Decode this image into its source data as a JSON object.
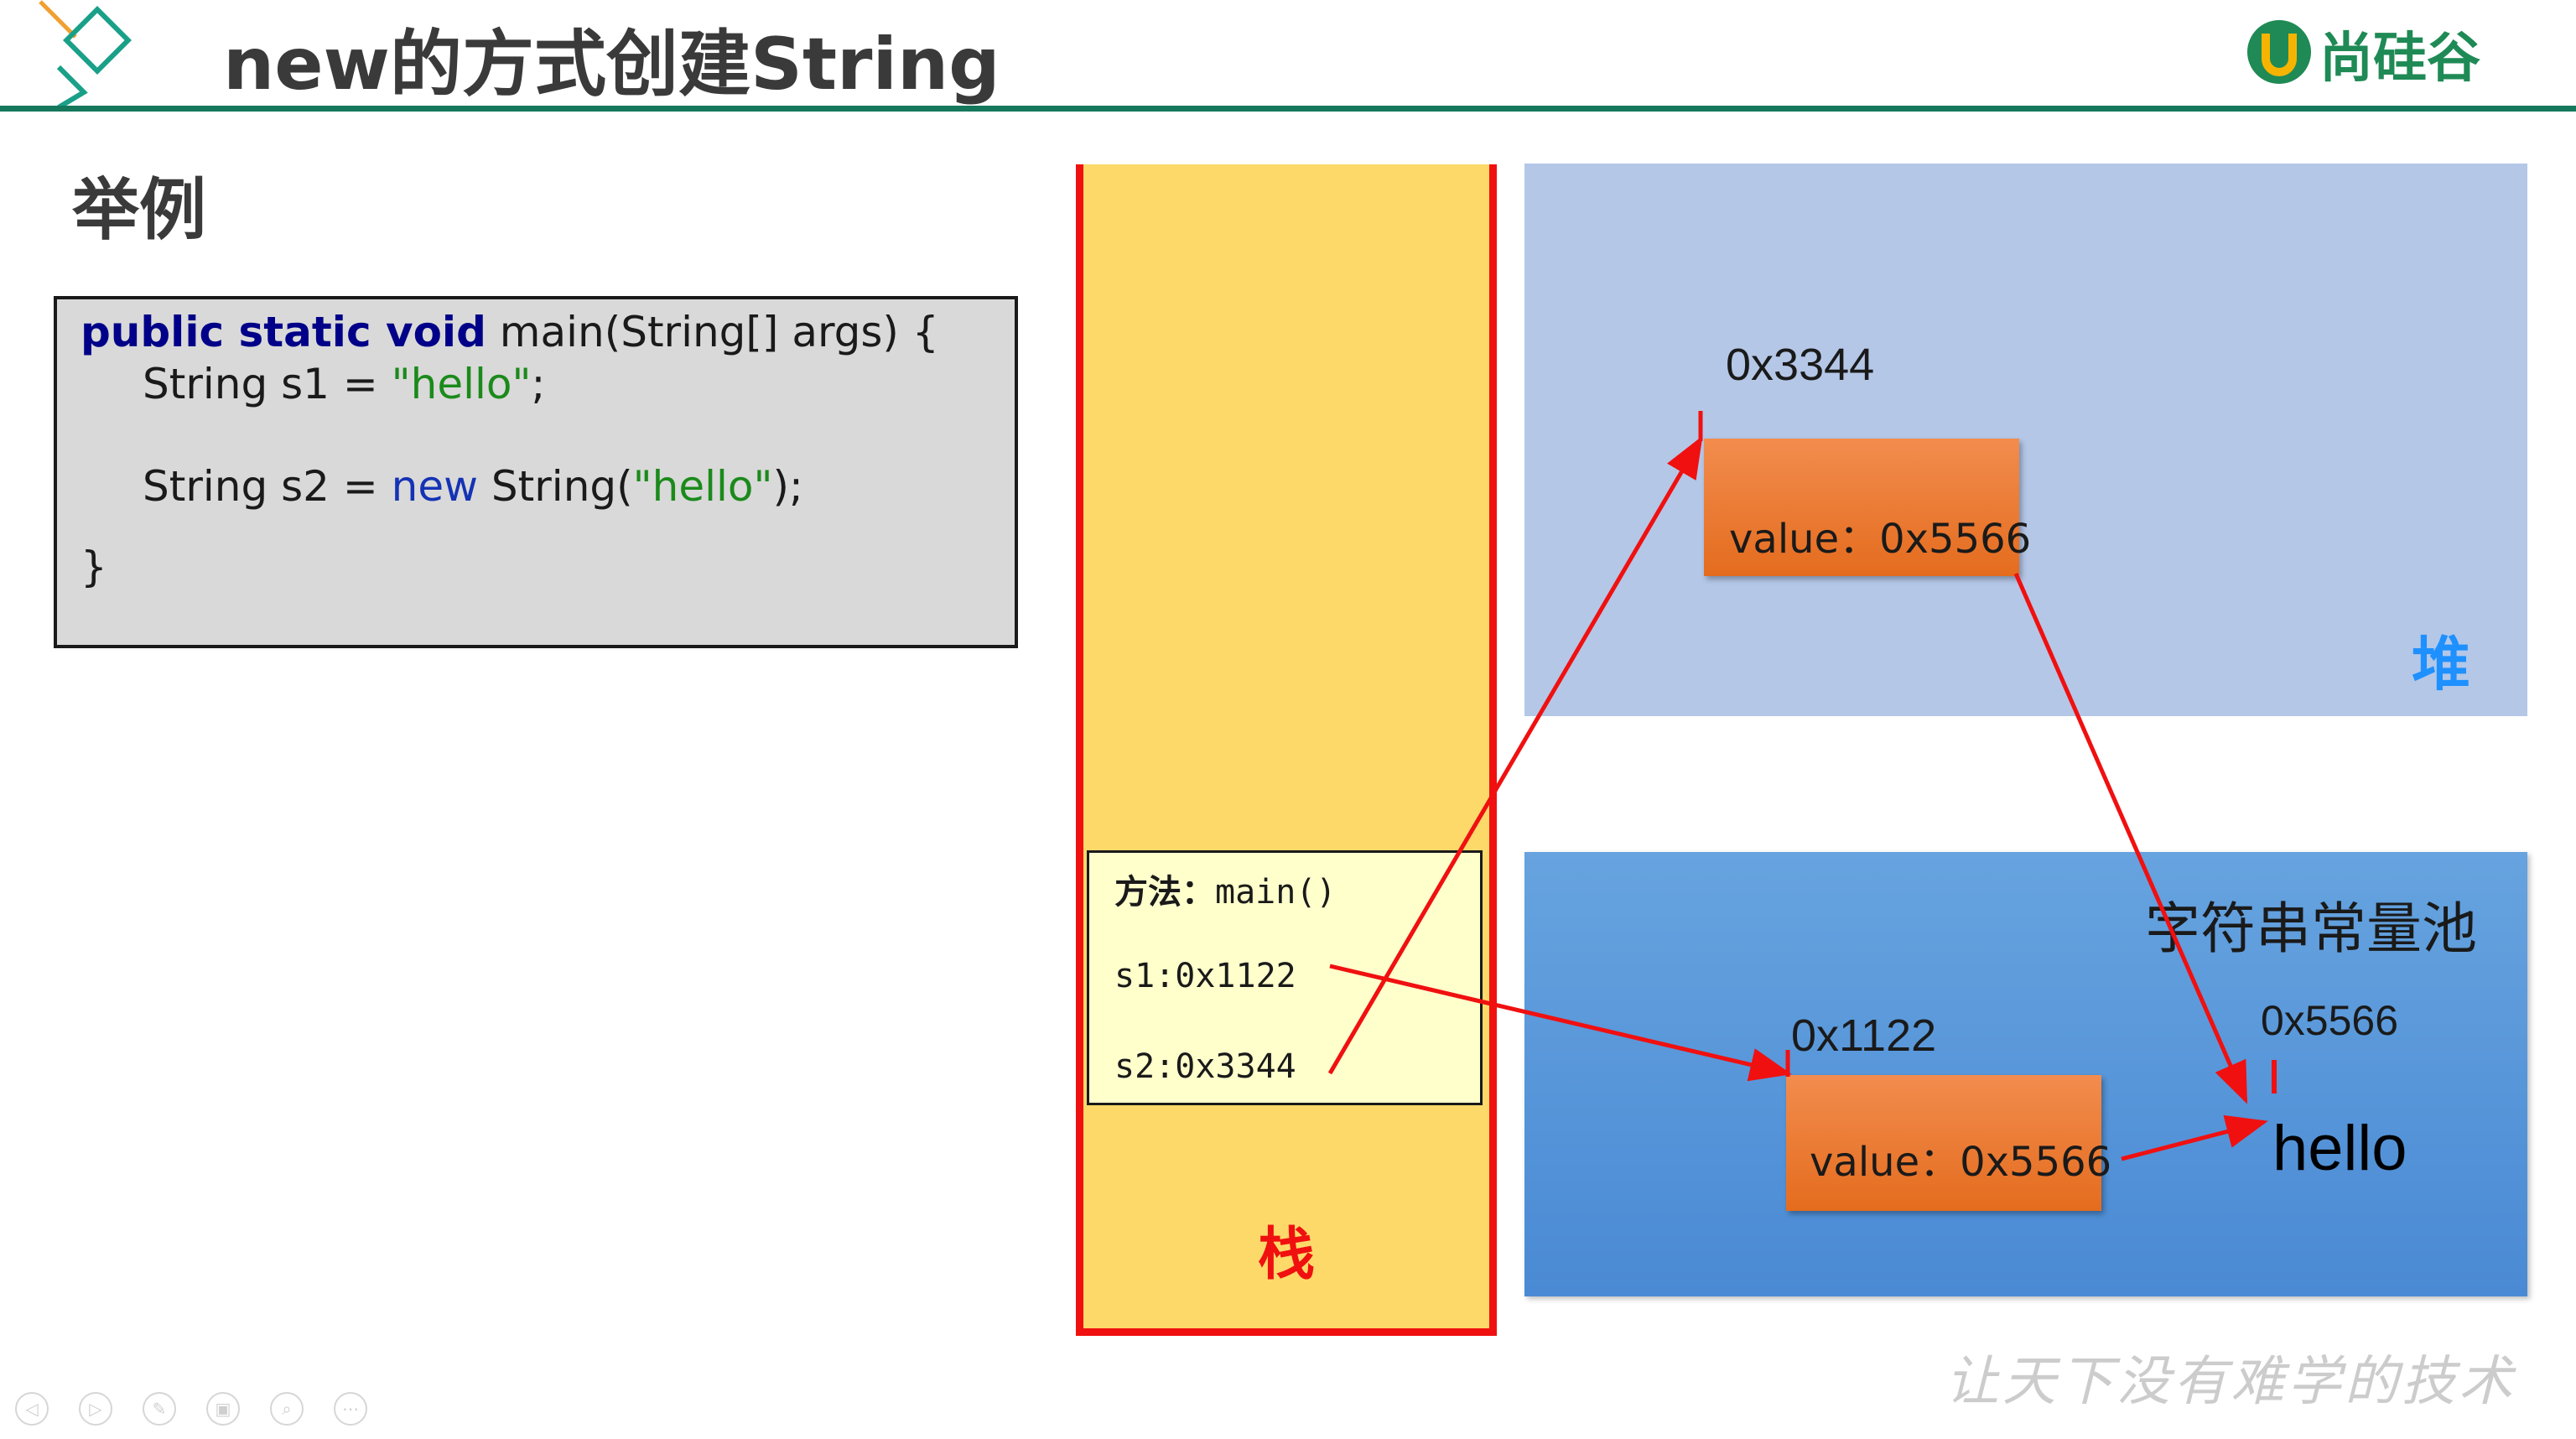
{
  "header": {
    "title": "new的方式创建String",
    "brand": "尚硅谷"
  },
  "section": {
    "title": "举例"
  },
  "code": {
    "line1": {
      "kw": "public static void",
      "rest": " main(String[] args) {"
    },
    "line2": {
      "pre": "String s1 = ",
      "str": "\"hello\"",
      "post": ";"
    },
    "line3": {
      "pre": "String s2 = ",
      "kw": "new",
      "mid": " String(",
      "str": "\"hello\"",
      "post": ");"
    },
    "line4": "}"
  },
  "stack": {
    "label": "栈",
    "frame": {
      "method_label": "方法：",
      "method_name": "main()",
      "s1": "s1:0x1122",
      "s2": "s2:0x3344"
    }
  },
  "heap": {
    "label": "堆",
    "object": {
      "address": "0x3344",
      "value_text": "value：0x5566"
    }
  },
  "pool": {
    "label": "字符串常量池",
    "object": {
      "address": "0x1122",
      "value_text": "value：0x5566"
    },
    "literal": {
      "address": "0x5566",
      "text": "hello"
    }
  },
  "footer": {
    "slogan": "让天下没有难学的技术"
  },
  "colors": {
    "accent_green": "#15785c",
    "arrow_red": "#f01010",
    "heap_bg": "#b4c7e7",
    "pool_bg": "#5b9bd5",
    "stack_bg": "#fdd96a",
    "object_orange": "#ed7d31"
  },
  "nav_icons": [
    "prev-icon",
    "next-icon",
    "pen-icon",
    "slides-icon",
    "zoom-icon",
    "more-icon"
  ]
}
